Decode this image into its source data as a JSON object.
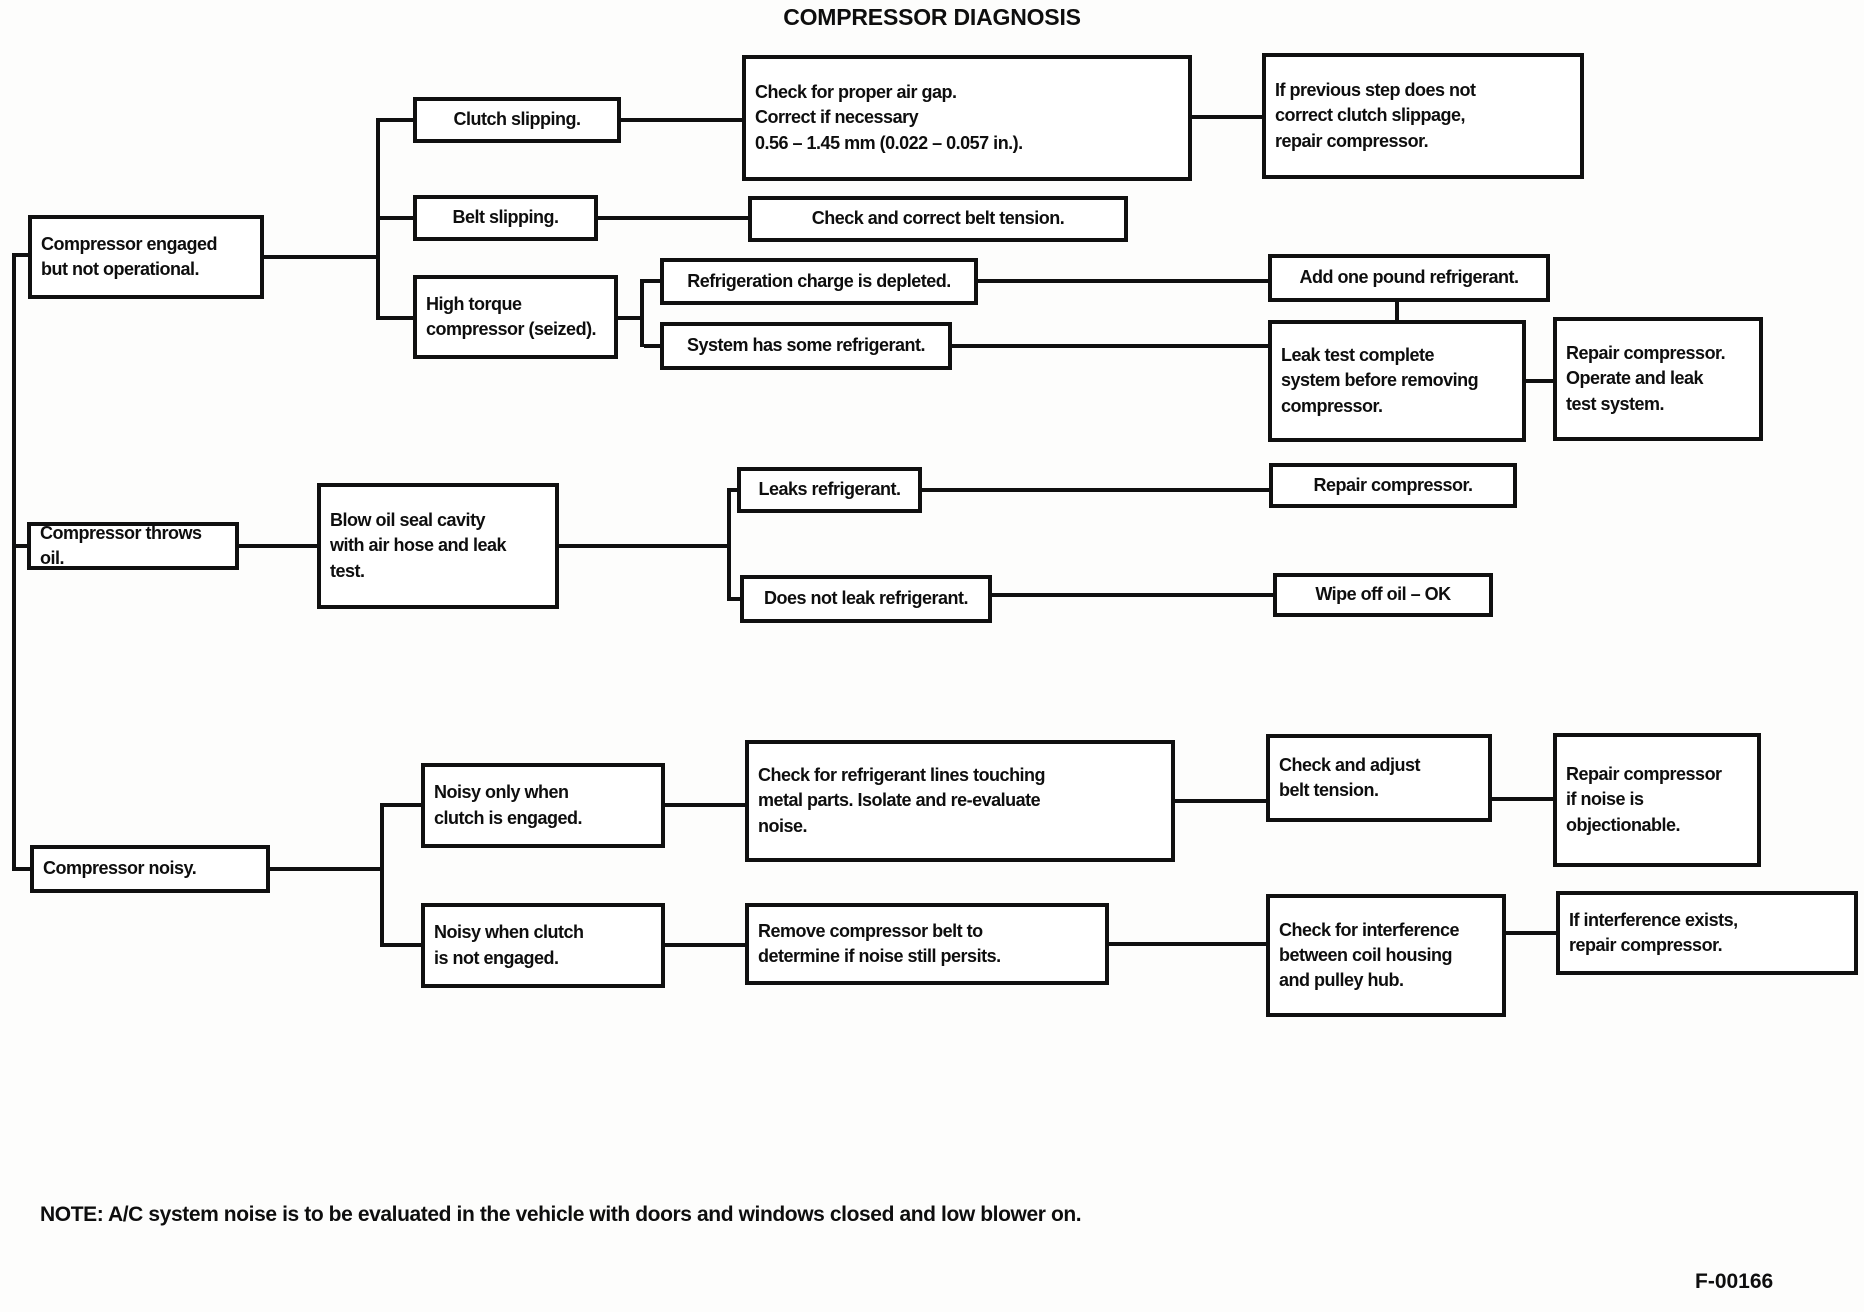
{
  "title": "COMPRESSOR DIAGNOSIS",
  "note": "NOTE: A/C system noise is to be evaluated in the vehicle with doors and windows closed and low blower on.",
  "figure_number": "F-00166",
  "nodes": {
    "engaged_not_operational": "Compressor engaged\nbut not operational.",
    "clutch_slipping": "Clutch slipping.",
    "air_gap": "Check for proper air gap.\nCorrect if necessary\n0.56 – 1.45 mm (0.022 – 0.057 in.).",
    "repair_if_slippage": "If previous step does not\ncorrect clutch slippage,\nrepair compressor.",
    "belt_slipping": "Belt slipping.",
    "belt_tension": "Check and correct belt tension.",
    "high_torque": "High torque\ncompressor (seized).",
    "charge_depleted": "Refrigeration charge is depleted.",
    "add_refrigerant": "Add one pound refrigerant.",
    "some_refrigerant": "System has some refrigerant.",
    "leak_test": "Leak test complete\nsystem before removing\ncompressor.",
    "repair_operate": "Repair compressor.\nOperate and leak\ntest system.",
    "throws_oil": "Compressor throws oil.",
    "blow_oil": "Blow oil seal cavity\nwith air hose and leak\ntest.",
    "leaks": "Leaks refrigerant.",
    "repair_compressor": "Repair compressor.",
    "no_leak": "Does not leak refrigerant.",
    "wipe_oil": "Wipe off oil – OK",
    "noisy": "Compressor noisy.",
    "noisy_engaged": "Noisy only when\nclutch is engaged.",
    "lines_touching": "Check for refrigerant lines touching\nmetal parts. Isolate and re-evaluate\nnoise.",
    "adjust_belt": "Check and adjust\nbelt tension.",
    "repair_noise": "Repair compressor\nif noise is\nobjectionable.",
    "noisy_not_engaged": "Noisy when clutch\nis not engaged.",
    "remove_belt": "Remove compressor belt to\ndetermine if noise still persits.",
    "interference": "Check for interference\nbetween coil housing\nand pulley hub.",
    "interference_repair": "If interference exists,\nrepair compressor."
  },
  "symptom_group": [
    "engaged_not_operational",
    "throws_oil",
    "noisy"
  ],
  "edges": [
    {
      "from": "engaged_not_operational",
      "to": "clutch_slipping"
    },
    {
      "from": "engaged_not_operational",
      "to": "belt_slipping"
    },
    {
      "from": "engaged_not_operational",
      "to": "high_torque"
    },
    {
      "from": "clutch_slipping",
      "to": "air_gap"
    },
    {
      "from": "air_gap",
      "to": "repair_if_slippage"
    },
    {
      "from": "belt_slipping",
      "to": "belt_tension"
    },
    {
      "from": "high_torque",
      "to": "charge_depleted"
    },
    {
      "from": "high_torque",
      "to": "some_refrigerant"
    },
    {
      "from": "charge_depleted",
      "to": "add_refrigerant"
    },
    {
      "from": "add_refrigerant",
      "to": "leak_test"
    },
    {
      "from": "some_refrigerant",
      "to": "leak_test"
    },
    {
      "from": "leak_test",
      "to": "repair_operate"
    },
    {
      "from": "throws_oil",
      "to": "blow_oil"
    },
    {
      "from": "blow_oil",
      "to": "leaks"
    },
    {
      "from": "blow_oil",
      "to": "no_leak"
    },
    {
      "from": "leaks",
      "to": "repair_compressor"
    },
    {
      "from": "no_leak",
      "to": "wipe_oil"
    },
    {
      "from": "noisy",
      "to": "noisy_engaged"
    },
    {
      "from": "noisy",
      "to": "noisy_not_engaged"
    },
    {
      "from": "noisy_engaged",
      "to": "lines_touching"
    },
    {
      "from": "lines_touching",
      "to": "adjust_belt"
    },
    {
      "from": "adjust_belt",
      "to": "repair_noise"
    },
    {
      "from": "noisy_not_engaged",
      "to": "remove_belt"
    },
    {
      "from": "remove_belt",
      "to": "interference"
    },
    {
      "from": "interference",
      "to": "interference_repair"
    }
  ],
  "ink_color": "#101010",
  "paper_color": "#fdfdfc"
}
